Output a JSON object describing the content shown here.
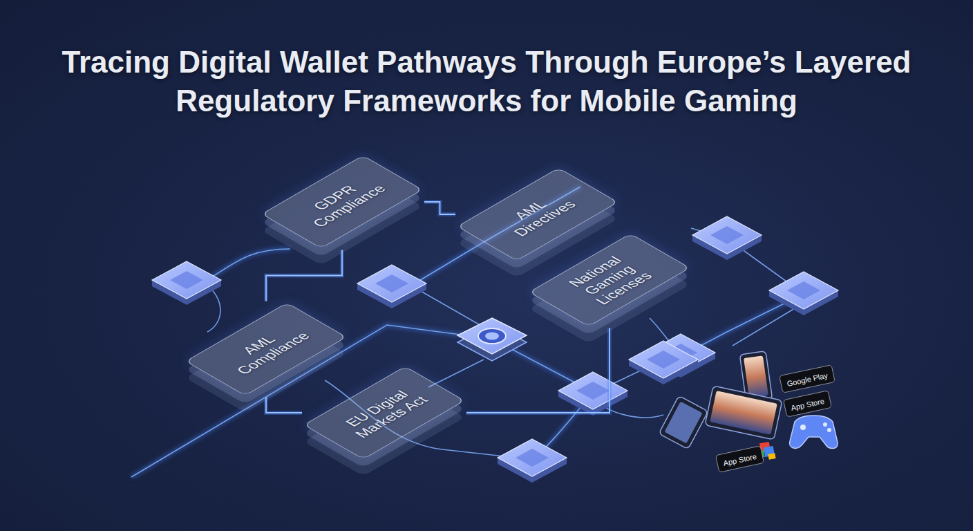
{
  "diagram": {
    "title": "Tracing Digital Wallet Pathways Through Europe’s Layered Regulatory Frameworks for Mobile Gaming",
    "nodes": [
      {
        "text": [
          "GDPR Compliance"
        ]
      },
      {
        "text": [
          "AML Directives"
        ]
      },
      {
        "text": [
          "National Gaming Licenses"
        ]
      },
      {
        "text": [
          "AML Compliance"
        ]
      },
      {
        "text": [
          "EU Digital Markets Act"
        ]
      },
      {
        "text": [
          "Google Play"
        ]
      },
      {
        "text": [
          "App Store"
        ]
      },
      {
        "text": [
          "App Store"
        ]
      }
    ],
    "edges": [
      {
        "from": 0,
        "to": 1,
        "arrow": "none"
      },
      {
        "from": 0,
        "to": 3,
        "arrow": "none"
      },
      {
        "from": 3,
        "to": 4,
        "arrow": "none"
      },
      {
        "from": 2,
        "to": 4,
        "arrow": "none"
      }
    ]
  }
}
